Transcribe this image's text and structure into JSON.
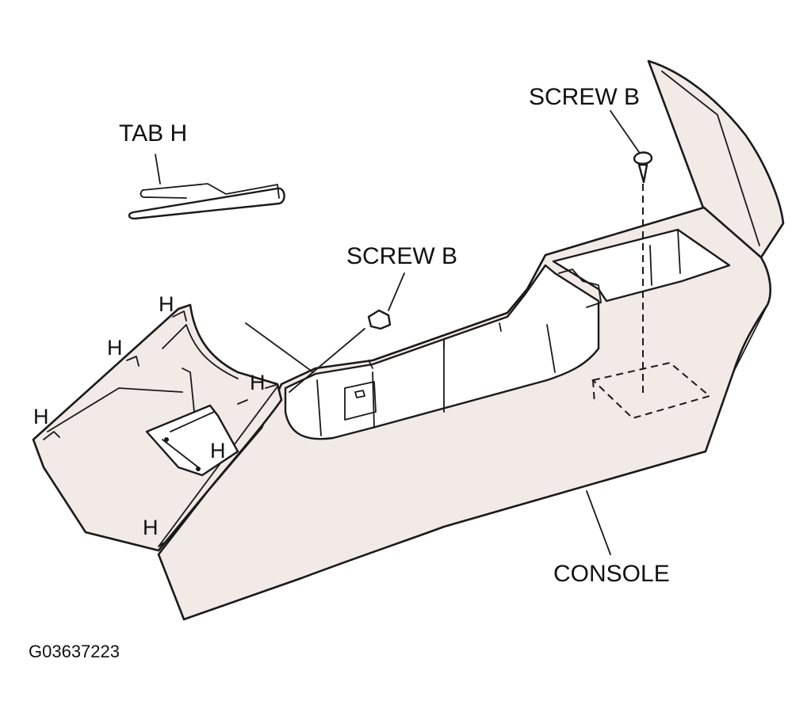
{
  "labels": {
    "tab_h": "TAB H",
    "screw_b_right": "SCREW B",
    "screw_b_center": "SCREW B",
    "console": "CONSOLE",
    "figure_code": "G03637223"
  },
  "clip_marker": "H",
  "colors": {
    "part_fill": "#f2eae7",
    "line": "#1a1a1a",
    "background": "#ffffff"
  }
}
